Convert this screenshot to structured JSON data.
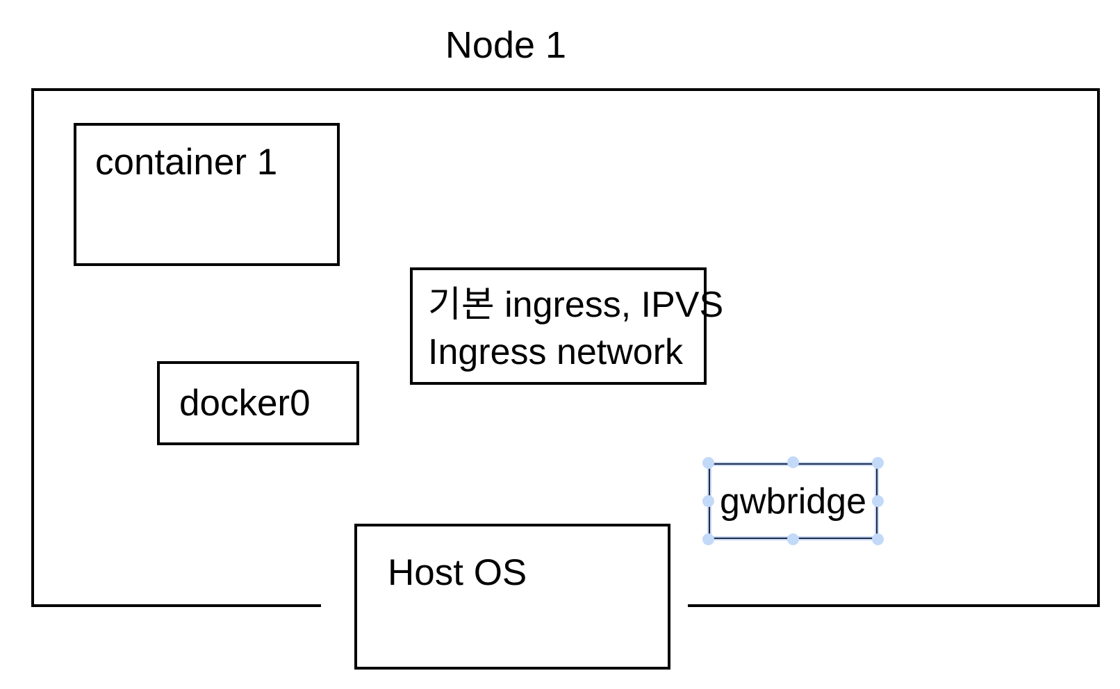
{
  "diagram": {
    "title": "Node 1",
    "boxes": {
      "container1": {
        "label": "container 1"
      },
      "ingress": {
        "line1": "기본 ingress, IPVS",
        "line2": "Ingress network"
      },
      "docker0": {
        "label": "docker0"
      },
      "gwbridge": {
        "label": "gwbridge",
        "selected": true,
        "handle_count": 8
      },
      "host_os": {
        "label": "Host OS"
      }
    },
    "colors": {
      "line": "#000000",
      "text": "#000000",
      "background": "#ffffff",
      "selection_border": "#202b45",
      "selection_glow": "#c7d9f6",
      "selection_handle": "#c3d9f8"
    }
  }
}
